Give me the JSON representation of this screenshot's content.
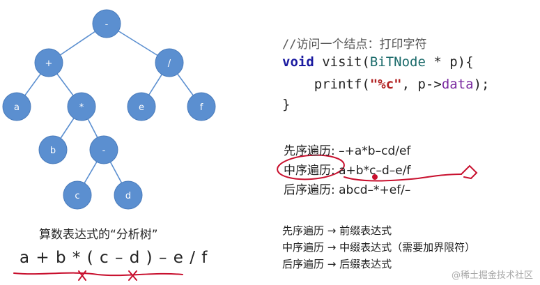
{
  "tree": {
    "nodes": [
      {
        "id": "root",
        "label": "-",
        "name": "tree-node-root-minus"
      },
      {
        "id": "plus",
        "label": "+",
        "name": "tree-node-plus"
      },
      {
        "id": "div",
        "label": "/",
        "name": "tree-node-divide"
      },
      {
        "id": "a",
        "label": "a",
        "name": "tree-node-a"
      },
      {
        "id": "mul",
        "label": "*",
        "name": "tree-node-multiply"
      },
      {
        "id": "e",
        "label": "e",
        "name": "tree-node-e"
      },
      {
        "id": "f",
        "label": "f",
        "name": "tree-node-f"
      },
      {
        "id": "b",
        "label": "b",
        "name": "tree-node-b"
      },
      {
        "id": "minus2",
        "label": "-",
        "name": "tree-node-minus-inner"
      },
      {
        "id": "c",
        "label": "c",
        "name": "tree-node-c"
      },
      {
        "id": "d",
        "label": "d",
        "name": "tree-node-d"
      }
    ],
    "edges": [
      [
        "root",
        "plus"
      ],
      [
        "root",
        "div"
      ],
      [
        "plus",
        "a"
      ],
      [
        "plus",
        "mul"
      ],
      [
        "div",
        "e"
      ],
      [
        "div",
        "f"
      ],
      [
        "mul",
        "b"
      ],
      [
        "mul",
        "minus2"
      ],
      [
        "minus2",
        "c"
      ],
      [
        "minus2",
        "d"
      ]
    ]
  },
  "expression": {
    "caption": "算数表达式的“分析树”",
    "text": "a + b * ( c – d ) – e / f"
  },
  "code": {
    "comment": "//访问一个结点：打印字符",
    "void_kw": "void",
    "signature_a": " visit(",
    "type_name": "BiTNode",
    "signature_b": " * p){",
    "printf_a": "    printf(",
    "format_str": "\"%c\"",
    "printf_b": ", p->",
    "field_name": "data",
    "printf_c": ");",
    "close_brace": "}"
  },
  "traversals": [
    {
      "label": "先序遍历:",
      "value": "–+a*b–cd/ef"
    },
    {
      "label": "中序遍历:",
      "value": "a+b*c–d–e/f"
    },
    {
      "label": "后序遍历:",
      "value": "abcd–*+ef/–"
    }
  ],
  "notes": [
    {
      "a": "先序遍历",
      "b": "前缀表达式"
    },
    {
      "a": "中序遍历",
      "b": "中缀表达式（需要加界限符）"
    },
    {
      "a": "后序遍历",
      "b": "后缀表达式"
    }
  ],
  "arrow_glyph": "→",
  "watermark": "@稀土掘金技术社区",
  "colors": {
    "node_fill": "#5b8fd0",
    "annotation_red": "#c8102e"
  }
}
